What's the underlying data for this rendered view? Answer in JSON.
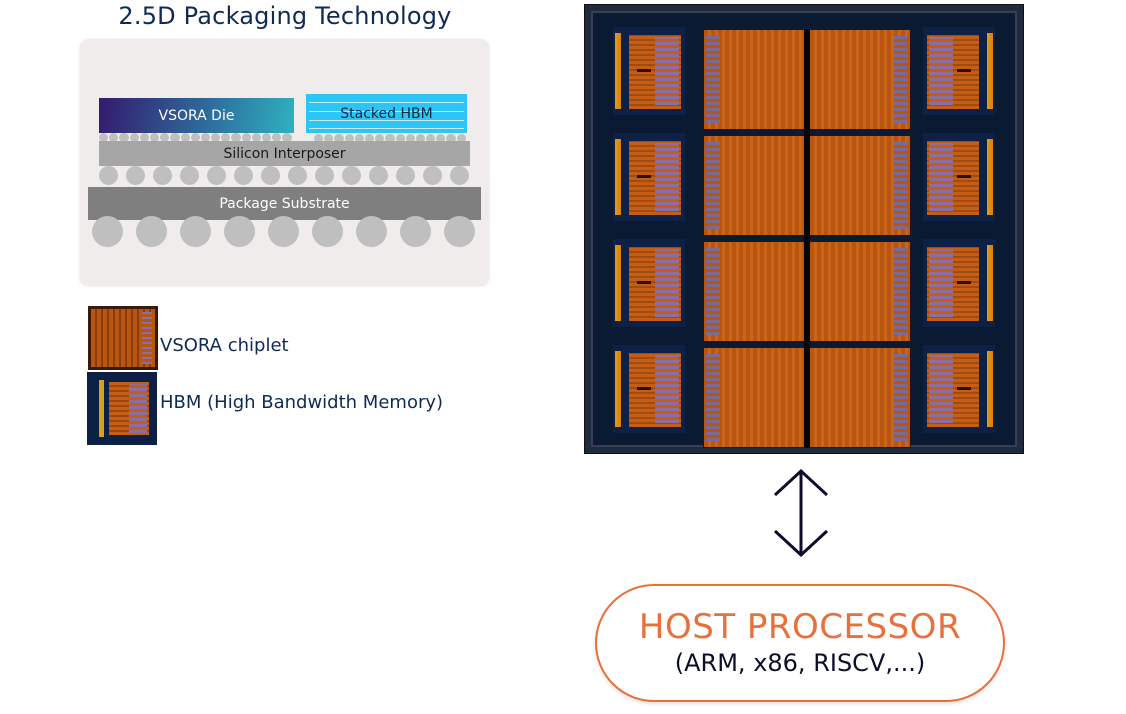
{
  "packaging": {
    "title": "2.5D Packaging Technology",
    "layers": {
      "die": "VSORA Die",
      "hbm": "Stacked HBM",
      "interposer": "Silicon Interposer",
      "substrate": "Package Substrate"
    },
    "bump_counts": {
      "die_microbumps": 19,
      "hbm_microbumps": 15,
      "interposer_bumps": 14,
      "substrate_balls": 9
    }
  },
  "legend": [
    {
      "icon": "vsora-chiplet-icon",
      "label": "VSORA chiplet"
    },
    {
      "icon": "hbm-icon",
      "label": "HBM (High Bandwidth Memory)"
    }
  ],
  "chip": {
    "chiplet_grid": {
      "rows": 4,
      "cols": 2
    },
    "hbm_per_side": 4
  },
  "connection": {
    "icon": "bidirectional-arrow-icon"
  },
  "host": {
    "title": "HOST PROCESSOR",
    "subtitle": "(ARM, x86, RISCV,...)"
  },
  "colors": {
    "title": "#0f2a55",
    "host_accent": "#e8703a",
    "hbm_blue": "#2cc6f6",
    "chiplet_orange": "#c9651a"
  }
}
